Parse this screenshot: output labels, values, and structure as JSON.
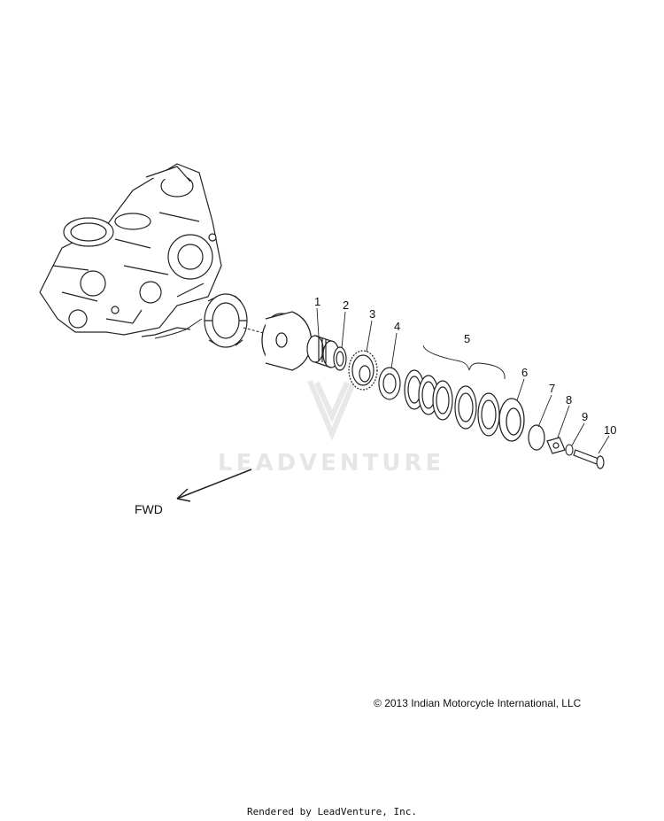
{
  "watermark": {
    "text": "LEADVENTURE"
  },
  "direction": {
    "label": "FWD"
  },
  "callouts": [
    "1",
    "2",
    "3",
    "4",
    "5",
    "6",
    "7",
    "8",
    "9",
    "10"
  ],
  "copyright": "2013 Indian Motorcycle International, LLC",
  "copyright_symbol": "©",
  "footer": "Rendered by LeadVenture, Inc."
}
